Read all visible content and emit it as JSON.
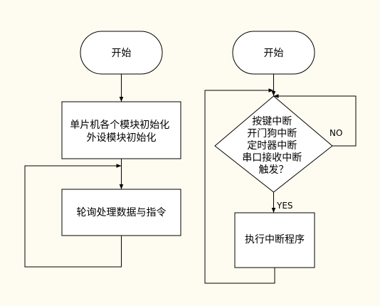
{
  "left_flow": {
    "start": "开始",
    "init": [
      "单片机各个模块初始化",
      "外设模块初始化"
    ],
    "loop": "轮询处理数据与指令"
  },
  "right_flow": {
    "start": "开始",
    "decision": [
      "按键中断",
      "开门狗中断",
      "定时器中断",
      "串口接收中断",
      "触发？"
    ],
    "no_label": "NO",
    "yes_label": "YES",
    "process": "执行中断程序"
  },
  "colors": {
    "background": "#fefcf0",
    "shape_fill": "#ffffff",
    "stroke": "#000000"
  }
}
